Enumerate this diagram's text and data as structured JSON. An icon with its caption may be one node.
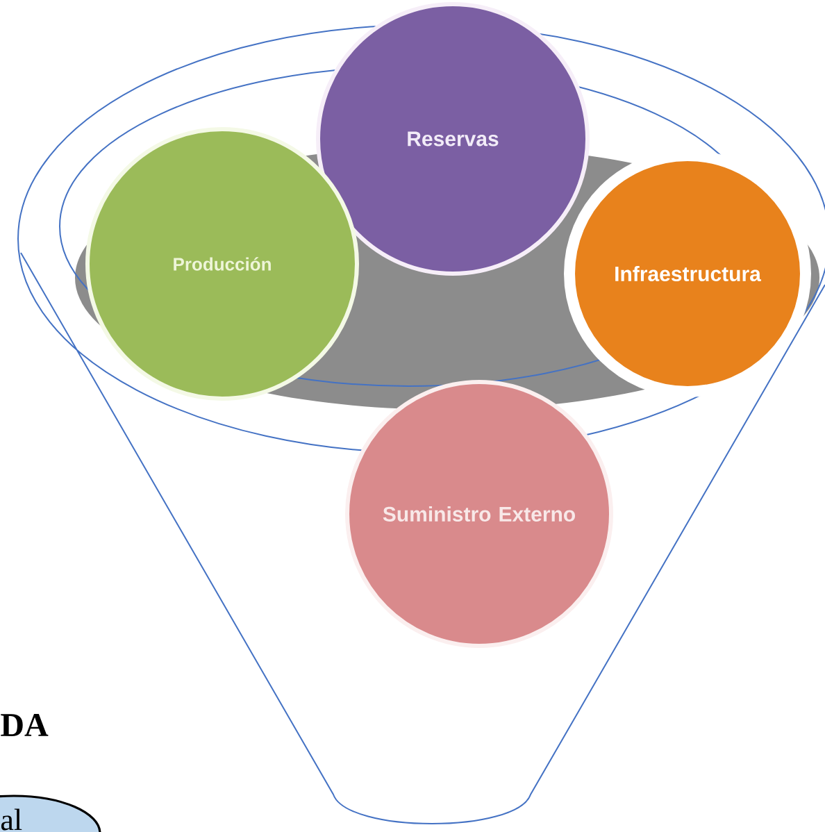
{
  "diagram": {
    "nodes": [
      {
        "text": [
          "Reservas"
        ]
      },
      {
        "text": [
          "Producción"
        ]
      },
      {
        "text": [
          "Infraestructura"
        ]
      },
      {
        "text": [
          "Suministro Externo"
        ]
      }
    ],
    "labels": [
      "DA",
      "al"
    ]
  }
}
